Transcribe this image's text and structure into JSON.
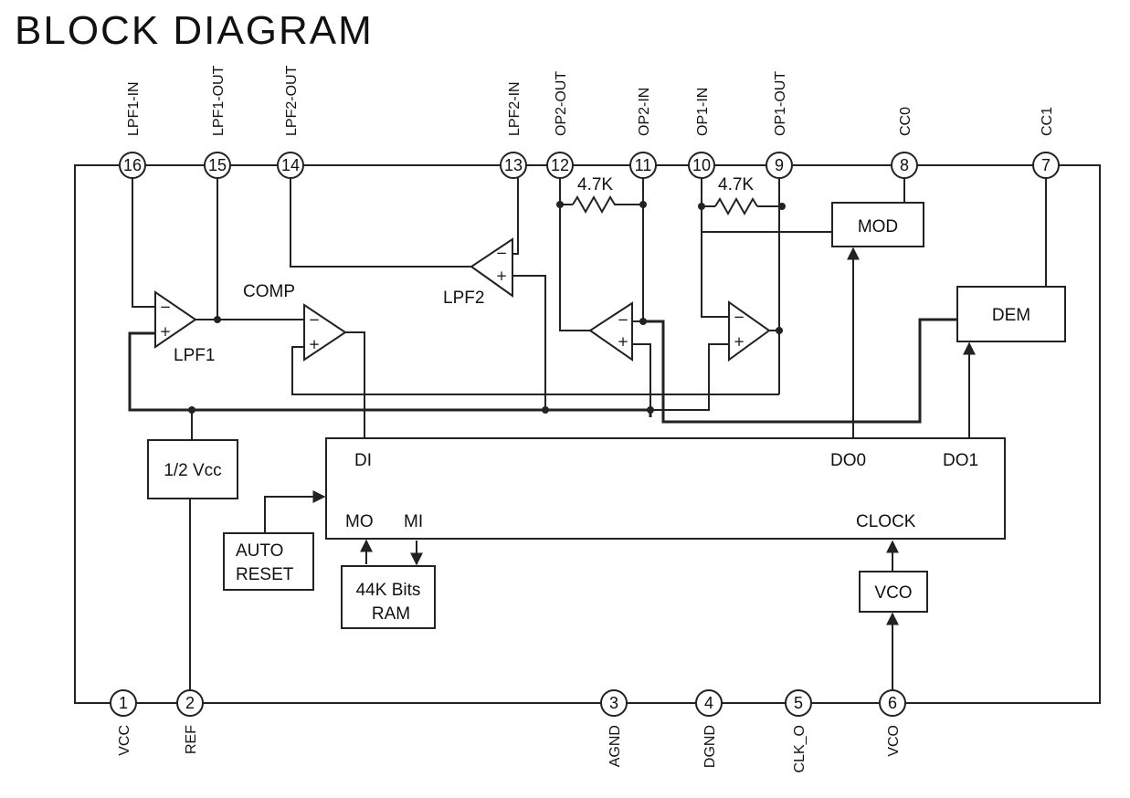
{
  "title": "BLOCK DIAGRAM",
  "pins_top": [
    {
      "num": "16",
      "name": "LPF1-IN"
    },
    {
      "num": "15",
      "name": "LPF1-OUT"
    },
    {
      "num": "14",
      "name": "LPF2-OUT"
    },
    {
      "num": "13",
      "name": "LPF2-IN"
    },
    {
      "num": "12",
      "name": "OP2-OUT"
    },
    {
      "num": "11",
      "name": "OP2-IN"
    },
    {
      "num": "10",
      "name": "OP1-IN"
    },
    {
      "num": "9",
      "name": "OP1-OUT"
    },
    {
      "num": "8",
      "name": "CC0"
    },
    {
      "num": "7",
      "name": "CC1"
    }
  ],
  "pins_bottom": [
    {
      "num": "1",
      "name": "VCC"
    },
    {
      "num": "2",
      "name": "REF"
    },
    {
      "num": "3",
      "name": "AGND"
    },
    {
      "num": "4",
      "name": "DGND"
    },
    {
      "num": "5",
      "name": "CLK_O"
    },
    {
      "num": "6",
      "name": "VCO"
    }
  ],
  "resistors": [
    "4.7K",
    "4.7K"
  ],
  "amplifiers": {
    "lpf1": "LPF1",
    "lpf2": "LPF2",
    "comp": "COMP",
    "minus": "−",
    "plus": "+"
  },
  "blocks": {
    "mod": "MOD",
    "dem": "DEM",
    "half_vcc": "1/2 Vcc",
    "auto_reset": [
      "AUTO",
      "RESET"
    ],
    "ram": [
      "44K Bits",
      "RAM"
    ],
    "vco": "VCO"
  },
  "core": {
    "di": "DI",
    "do0": "DO0",
    "do1": "DO1",
    "mo": "MO",
    "mi": "MI",
    "clock": "CLOCK"
  }
}
